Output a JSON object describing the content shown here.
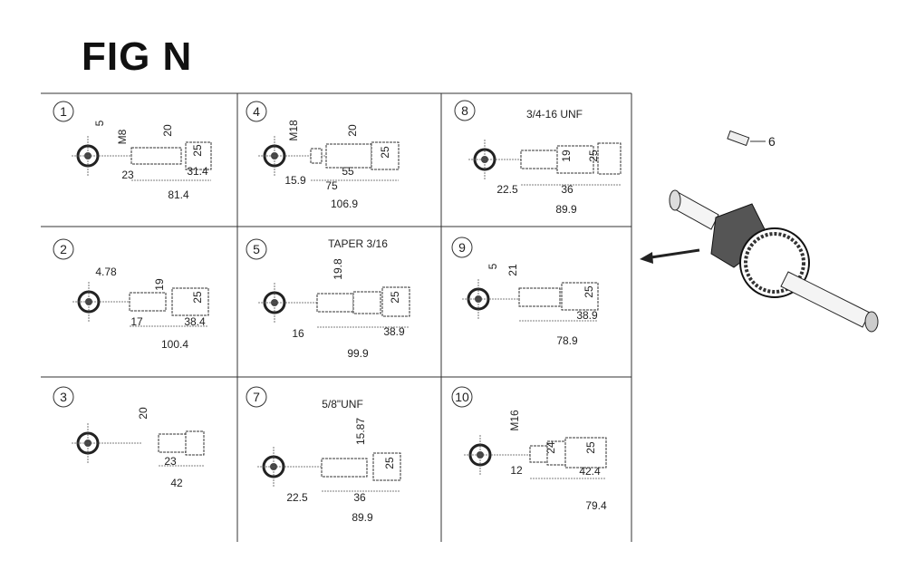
{
  "title": "FIG N",
  "part_label": "6",
  "panels": [
    {
      "number": "1",
      "dims": [
        "5",
        "M8",
        "20",
        "25",
        "23",
        "31.4",
        "81.4"
      ]
    },
    {
      "number": "4",
      "dims": [
        "M18",
        "20",
        "25",
        "15.9",
        "55",
        "75",
        "106.9"
      ]
    },
    {
      "number": "8",
      "dims": [
        "3/4-16 UNF",
        "19",
        "25",
        "22.5",
        "36",
        "89.9"
      ]
    },
    {
      "number": "2",
      "dims": [
        "4.78",
        "19",
        "25",
        "17",
        "38.4",
        "100.4"
      ]
    },
    {
      "number": "5",
      "dims": [
        "TAPER 3/16",
        "19.8",
        "25",
        "16",
        "38.9",
        "99.9"
      ]
    },
    {
      "number": "9",
      "dims": [
        "5",
        "21",
        "25",
        "38.9",
        "78.9"
      ]
    },
    {
      "number": "3",
      "dims": [
        "20",
        "23",
        "42"
      ]
    },
    {
      "number": "7",
      "dims": [
        "5/8\"UNF",
        "15.87",
        "25",
        "22.5",
        "36",
        "89.9"
      ]
    },
    {
      "number": "10",
      "dims": [
        "M16",
        "24",
        "25",
        "12",
        "42.4",
        "79.4"
      ]
    }
  ]
}
